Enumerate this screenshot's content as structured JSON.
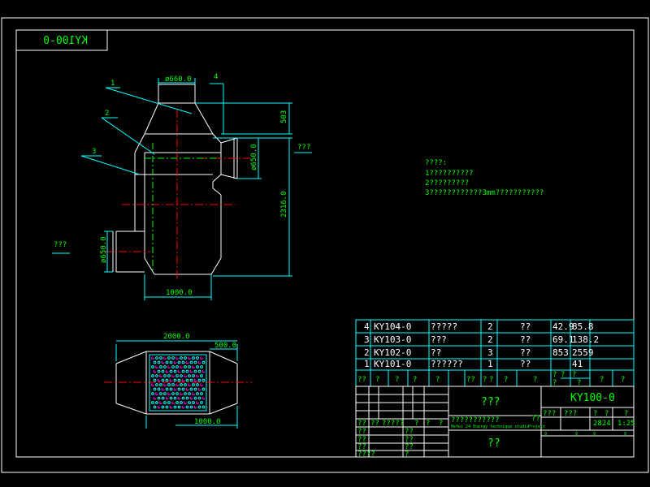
{
  "title_block": {
    "drawing_no_mirrored": "KY100-0",
    "drawing_no": "KY100-0",
    "name": "???",
    "institute": "???????????",
    "institute_en": "Hefei 24 Energy technique studio",
    "project_label": "Project",
    "unknown_1": "??",
    "bottom_center": "??",
    "weight": "2824",
    "scale": "1:25",
    "qq": "??",
    "q1": "?",
    "q3": "???",
    "q5": "?????",
    "q4": "????",
    "header_cells": [
      "??",
      "?",
      "?",
      "?",
      "?",
      "??",
      "?",
      "?",
      "?",
      "?",
      "?",
      "?"
    ],
    "header_sub": [
      "?",
      "?"
    ],
    "info_headers": [
      "???",
      "???",
      "?",
      "?",
      "?"
    ],
    "info_num": "9"
  },
  "bom": [
    {
      "no": "4",
      "code": "KY104-0",
      "name": "?????",
      "qty": "2",
      "mat": "??",
      "w1": "42.9",
      "w2": "85.8"
    },
    {
      "no": "3",
      "code": "KY103-0",
      "name": "???",
      "qty": "2",
      "mat": "??",
      "w1": "69.1",
      "w2": "138.2"
    },
    {
      "no": "2",
      "code": "KY102-0",
      "name": "??",
      "qty": "3",
      "mat": "??",
      "w1": "853",
      "w2": "2559"
    },
    {
      "no": "1",
      "code": "KY101-0",
      "name": "??????",
      "qty": "1",
      "mat": "??",
      "w1": "",
      "w2": "41"
    }
  ],
  "notes": {
    "title": "????:",
    "line1": "1??????????",
    "line2": "2?????????",
    "line3": "3????????????3mm???????????"
  },
  "front_view": {
    "dim_top": "ø660.0",
    "dim_right_small": "503",
    "dim_side_outlet": "ø650.0",
    "dim_height": "2316.0",
    "dim_bottom_inlet": "ø650.0",
    "dim_width": "1000.0",
    "leader_1": "1",
    "leader_2": "2",
    "leader_3": "3",
    "leader_4": "4",
    "flow_out": "???",
    "flow_in": "???"
  },
  "top_view": {
    "dim_total": "2000.0",
    "dim_right": "500.0",
    "dim_bottom": "1000.0"
  }
}
